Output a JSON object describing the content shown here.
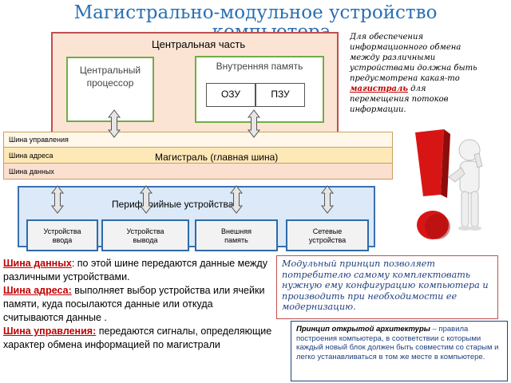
{
  "title": {
    "line1": "Магистрально-модульное устройство",
    "line2": "компьютера"
  },
  "central": {
    "label": "Центральная часть",
    "cpu": {
      "line1": "Центральный",
      "line2": "процессор"
    },
    "memory": {
      "label": "Внутренняя память",
      "ram": "ОЗУ",
      "rom": "ПЗУ"
    }
  },
  "note_top": {
    "before": "Для обеспечения информационного обмена между различными устройствами должна быть предусмотрена какая-то ",
    "highlight": "магистраль",
    "after": " для перемещения потоков информации."
  },
  "bus": {
    "control": "Шина управления",
    "address": "Шина адреса",
    "data": "Шина данных",
    "main_label": "Магистраль (главная шина)"
  },
  "peripheral": {
    "label": "Периферийные устройства",
    "devices": [
      {
        "line1": "Устройства",
        "line2": "ввода"
      },
      {
        "line1": "Устройства",
        "line2": "вывода"
      },
      {
        "line1": "Внешняя",
        "line2": "память"
      },
      {
        "line1": "Сетевые",
        "line2": "устройства"
      }
    ]
  },
  "explain": {
    "data_key": "Шина данных",
    "data_text": ": по этой шине передаются данные между различными устройствами.",
    "addr_key": "Шина адреса:",
    "addr_text": " выполняет выбор устройства или ячейки памяти, куда посылаются данные или откуда считываются данные .",
    "ctrl_key": "Шина управления:",
    "ctrl_text": " передаются сигналы, определяющие характер обмена информацией по магистрали"
  },
  "modular_text": "Модульный принцип позволяет потребителю самому комплектовать нужную ему конфигурацию компьютера и производить при необходимости ее модернизацию.",
  "open_arch": {
    "key": "Принцип открытой архитектуры",
    "text": " – правила построения компьютера, в соответствии с которыми каждый новый блок должен быть совместим со старым и легко устанавливаться в том же месте в компьютере."
  },
  "colors": {
    "accent_red": "#c00000",
    "title_blue": "#2a6fb3",
    "arrow_fill": "#e6e6e6"
  }
}
